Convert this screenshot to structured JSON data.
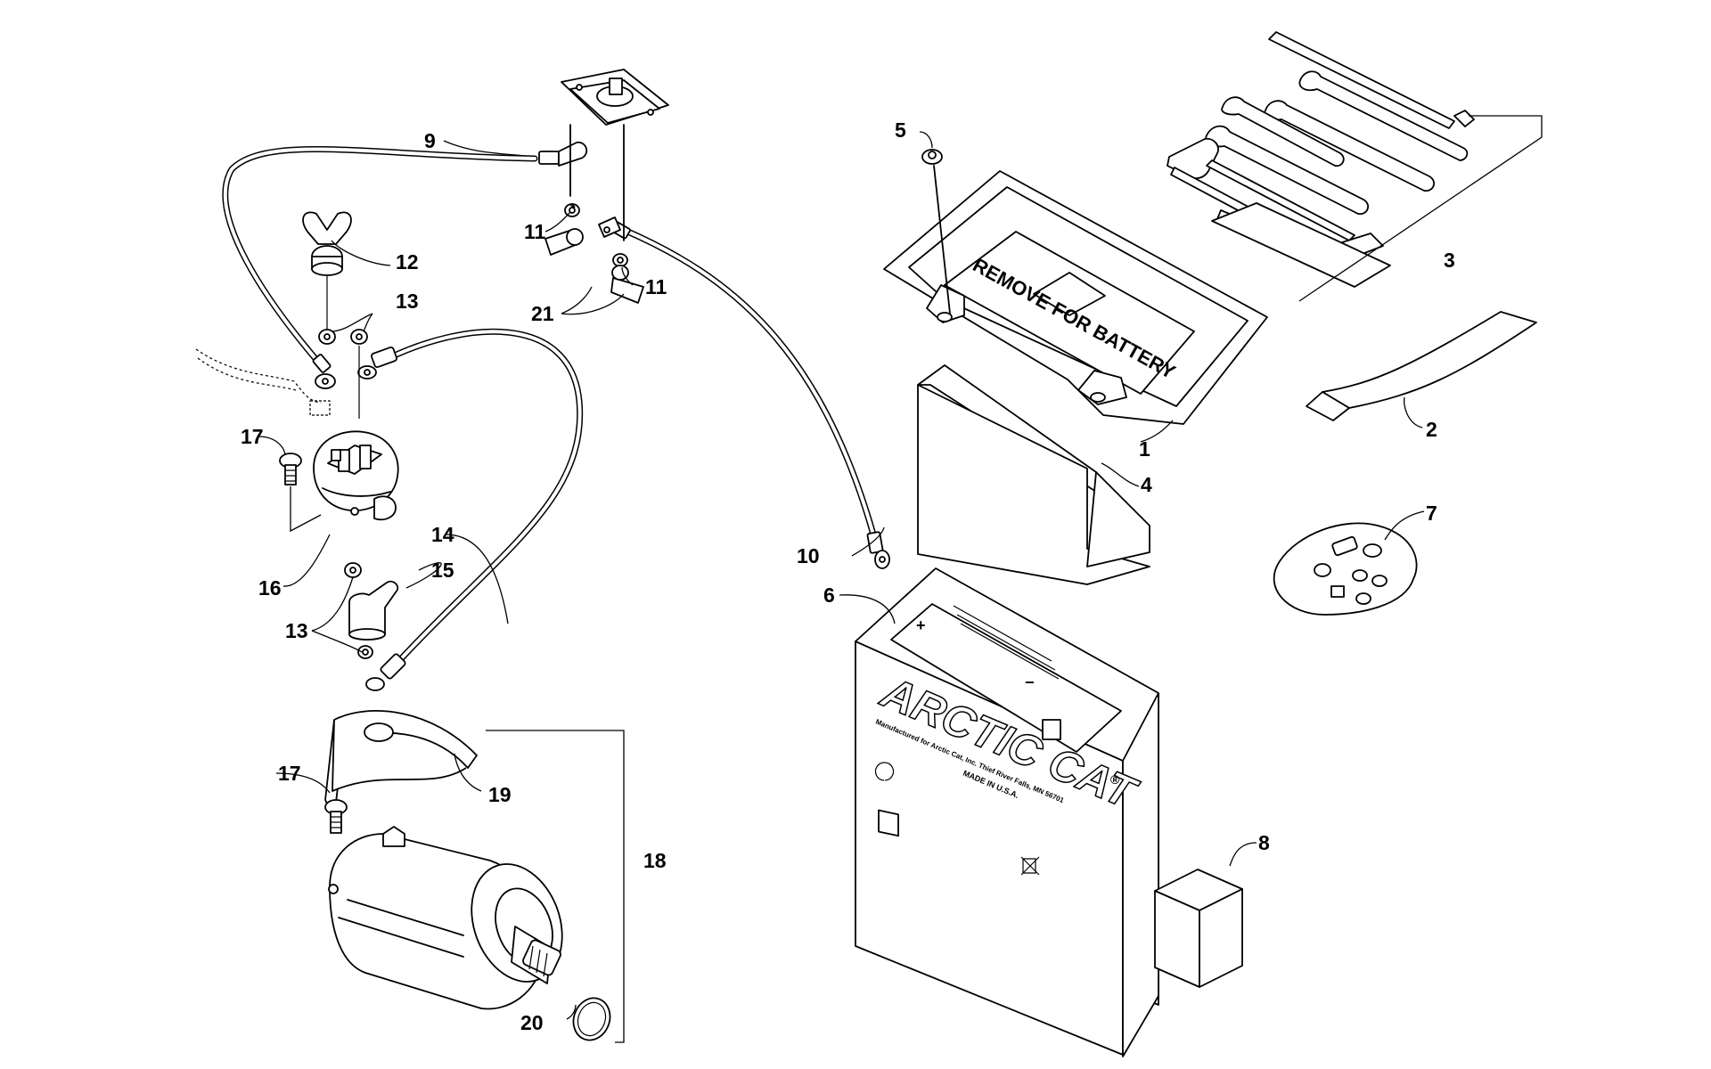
{
  "diagram": {
    "callouts": [
      {
        "id": "c1",
        "text": "1"
      },
      {
        "id": "c2",
        "text": "2"
      },
      {
        "id": "c3",
        "text": "3"
      },
      {
        "id": "c4",
        "text": "4"
      },
      {
        "id": "c5",
        "text": "5"
      },
      {
        "id": "c6",
        "text": "6"
      },
      {
        "id": "c7",
        "text": "7"
      },
      {
        "id": "c8",
        "text": "8"
      },
      {
        "id": "c9",
        "text": "9"
      },
      {
        "id": "c10",
        "text": "10"
      },
      {
        "id": "c11a",
        "text": "11"
      },
      {
        "id": "c11b",
        "text": "11"
      },
      {
        "id": "c12",
        "text": "12"
      },
      {
        "id": "c13a",
        "text": "13"
      },
      {
        "id": "c13b",
        "text": "13"
      },
      {
        "id": "c14",
        "text": "14"
      },
      {
        "id": "c15",
        "text": "15"
      },
      {
        "id": "c16",
        "text": "16"
      },
      {
        "id": "c17a",
        "text": "17"
      },
      {
        "id": "c17b",
        "text": "17"
      },
      {
        "id": "c18",
        "text": "18"
      },
      {
        "id": "c19",
        "text": "19"
      },
      {
        "id": "c20",
        "text": "20"
      },
      {
        "id": "c21",
        "text": "21"
      }
    ],
    "cover_label": "REMOVE FOR BATTERY",
    "battery": {
      "brand": "ARCTIC CAT",
      "registered_mark": "®",
      "maker_line": "Manufactured for Arctic Cat, Inc. Thief River Falls, MN 56701",
      "origin_line": "MADE IN U.S.A.",
      "positive_symbol": "+",
      "negative_symbol": "−"
    }
  }
}
